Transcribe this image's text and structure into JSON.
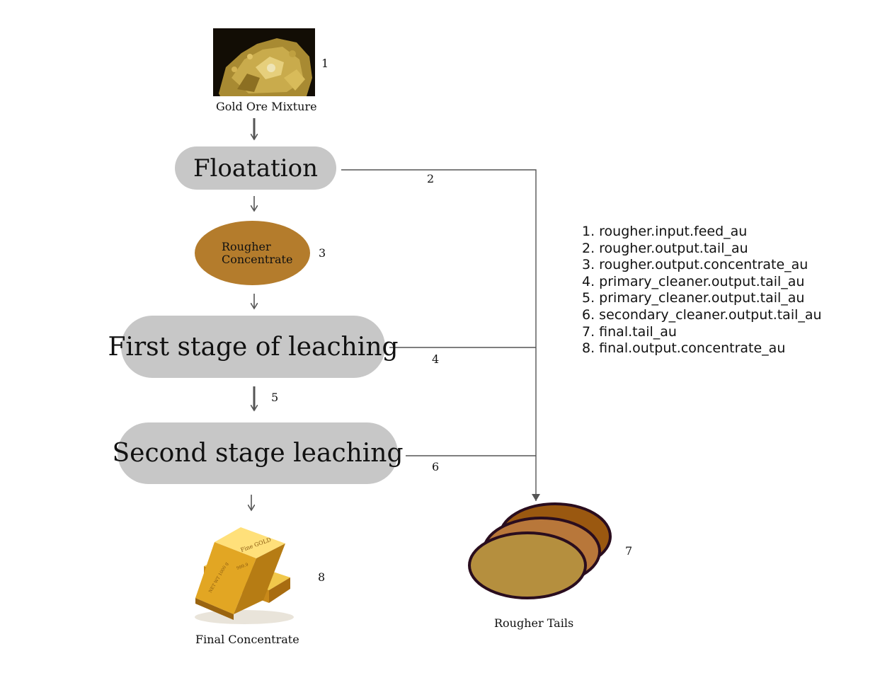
{
  "nodes": {
    "gold_ore": {
      "caption": "Gold Ore Mixture",
      "number": "1"
    },
    "floatation": {
      "label": "Floatation"
    },
    "rougher_concentrate": {
      "label": "Rougher\nConcentrate",
      "number": "3"
    },
    "first_leaching": {
      "label": "First stage of leaching"
    },
    "second_leaching": {
      "label": "Second stage leaching"
    },
    "final_concentrate": {
      "caption": "Final Concentrate",
      "number": "8"
    },
    "rougher_tails": {
      "caption": "Rougher Tails",
      "number": "7"
    }
  },
  "flow_numbers": {
    "floatation_tail": "2",
    "first_leaching_tail": "4",
    "between_leaching": "5",
    "second_leaching_tail": "6"
  },
  "gold_bar_text": {
    "top": "Fine GOLD",
    "serial": "999.9",
    "weight": "NET WT 1000 g"
  },
  "legend": [
    "1. rougher.input.feed_au",
    "2. rougher.output.tail_au",
    "3. rougher.output.concentrate_au",
    "4. primary_cleaner.output.tail_au",
    "5. primary_cleaner.output.tail_au",
    "6. secondary_cleaner.output.tail_au",
    "7. final.tail_au",
    "8. final.output.concentrate_au"
  ],
  "colors": {
    "process_box": "#c7c7c7",
    "rougher_concentrate": "#b47c2c",
    "tails_back": "#9a5810",
    "tails_mid": "#b8773a",
    "tails_front": "#b58f3e",
    "tails_outline": "#2a0d1e",
    "gold": "#e2a623"
  }
}
